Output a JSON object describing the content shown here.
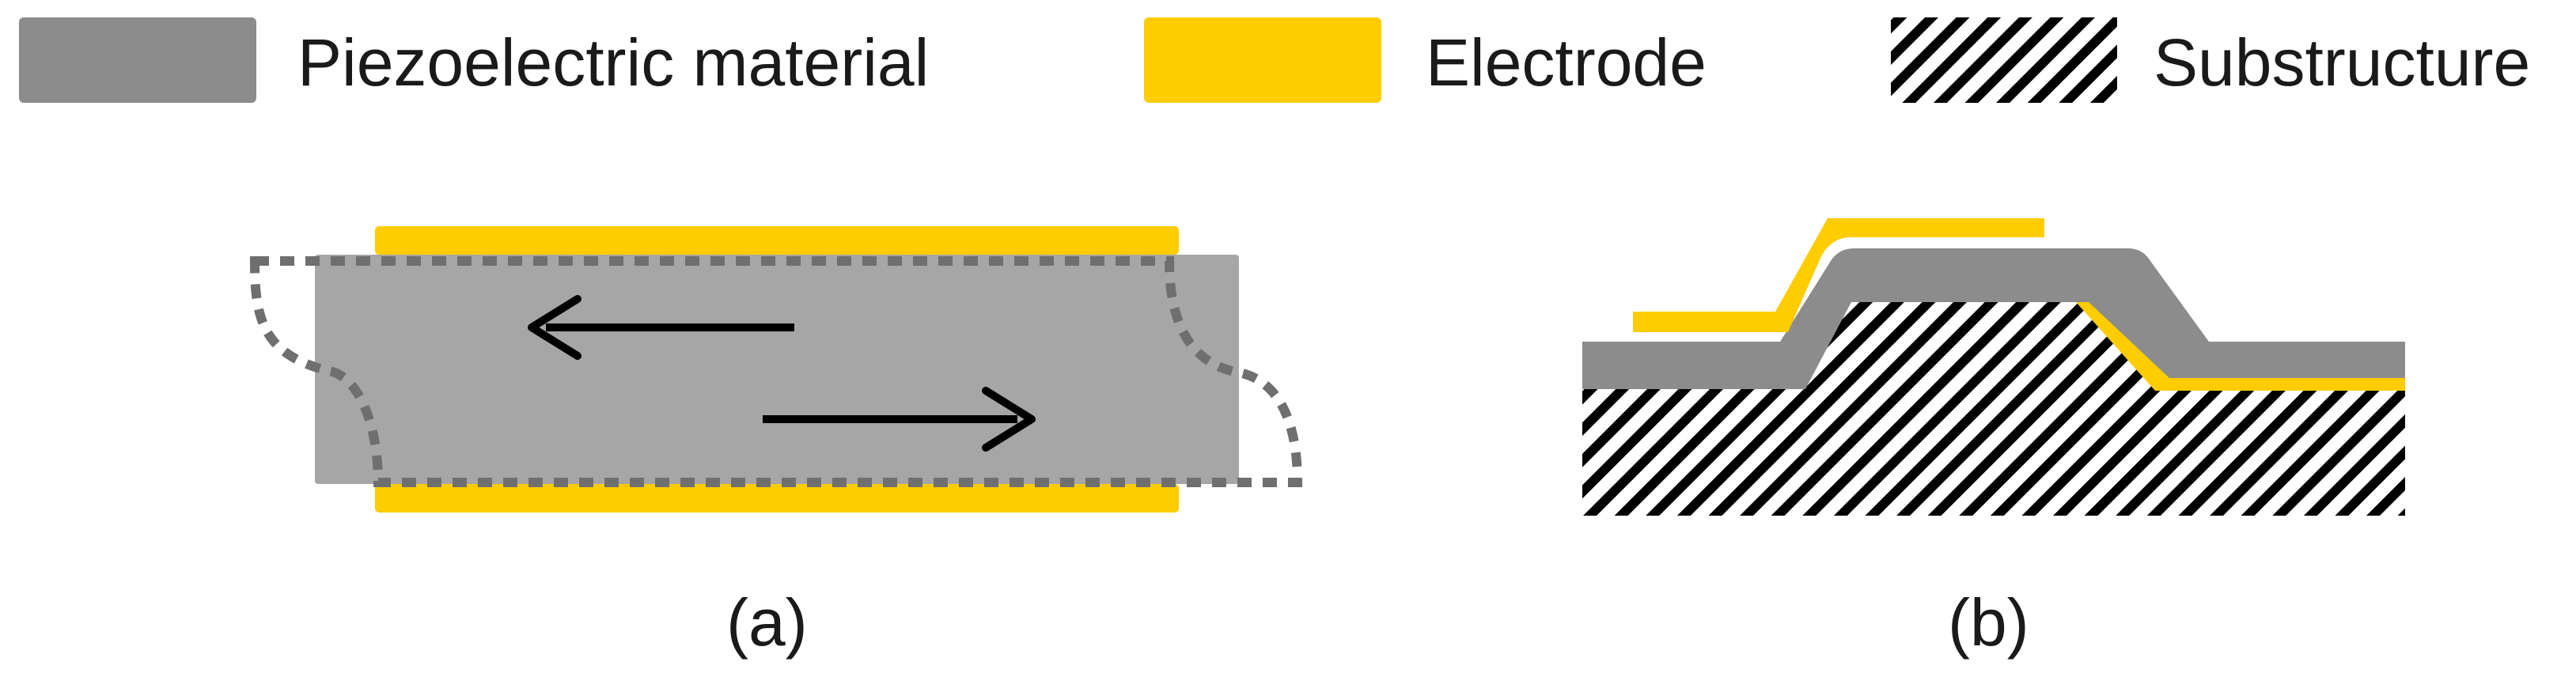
{
  "colors": {
    "piezo": "#8c8c8c",
    "piezo_light": "#a6a6a6",
    "electrode": "#ffcc00",
    "substructure": "#000000",
    "dashed_outline": "#6f6f6f",
    "text": "#1a1a1a"
  },
  "legend": {
    "piezo_label": "Piezoelectric material",
    "electrode_label": "Electrode",
    "substructure_label": "Substructure"
  },
  "panels": {
    "a_caption": "(a)",
    "b_caption": "(b)"
  },
  "icons": [
    "arrow-left-icon",
    "arrow-right-icon",
    "hatch-pattern-icon"
  ]
}
